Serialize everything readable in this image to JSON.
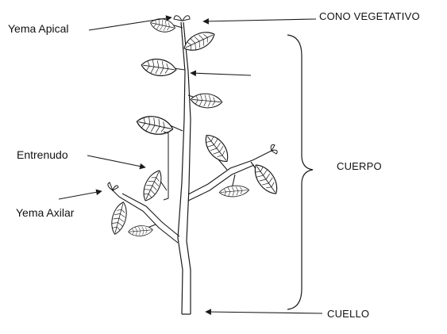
{
  "labels": {
    "yema_apical": "Yema Apical",
    "entrenudo": "Entrenudo",
    "yema_axilar": "Yema Axilar",
    "cono_vegetativo": "CONO VEGETATIVO",
    "cuerpo": "CUERPO",
    "cuello": "CUELLO"
  },
  "colors": {
    "ink": "#1a1a1a",
    "leaf_fill": "#ffffff",
    "background": "#ffffff"
  }
}
